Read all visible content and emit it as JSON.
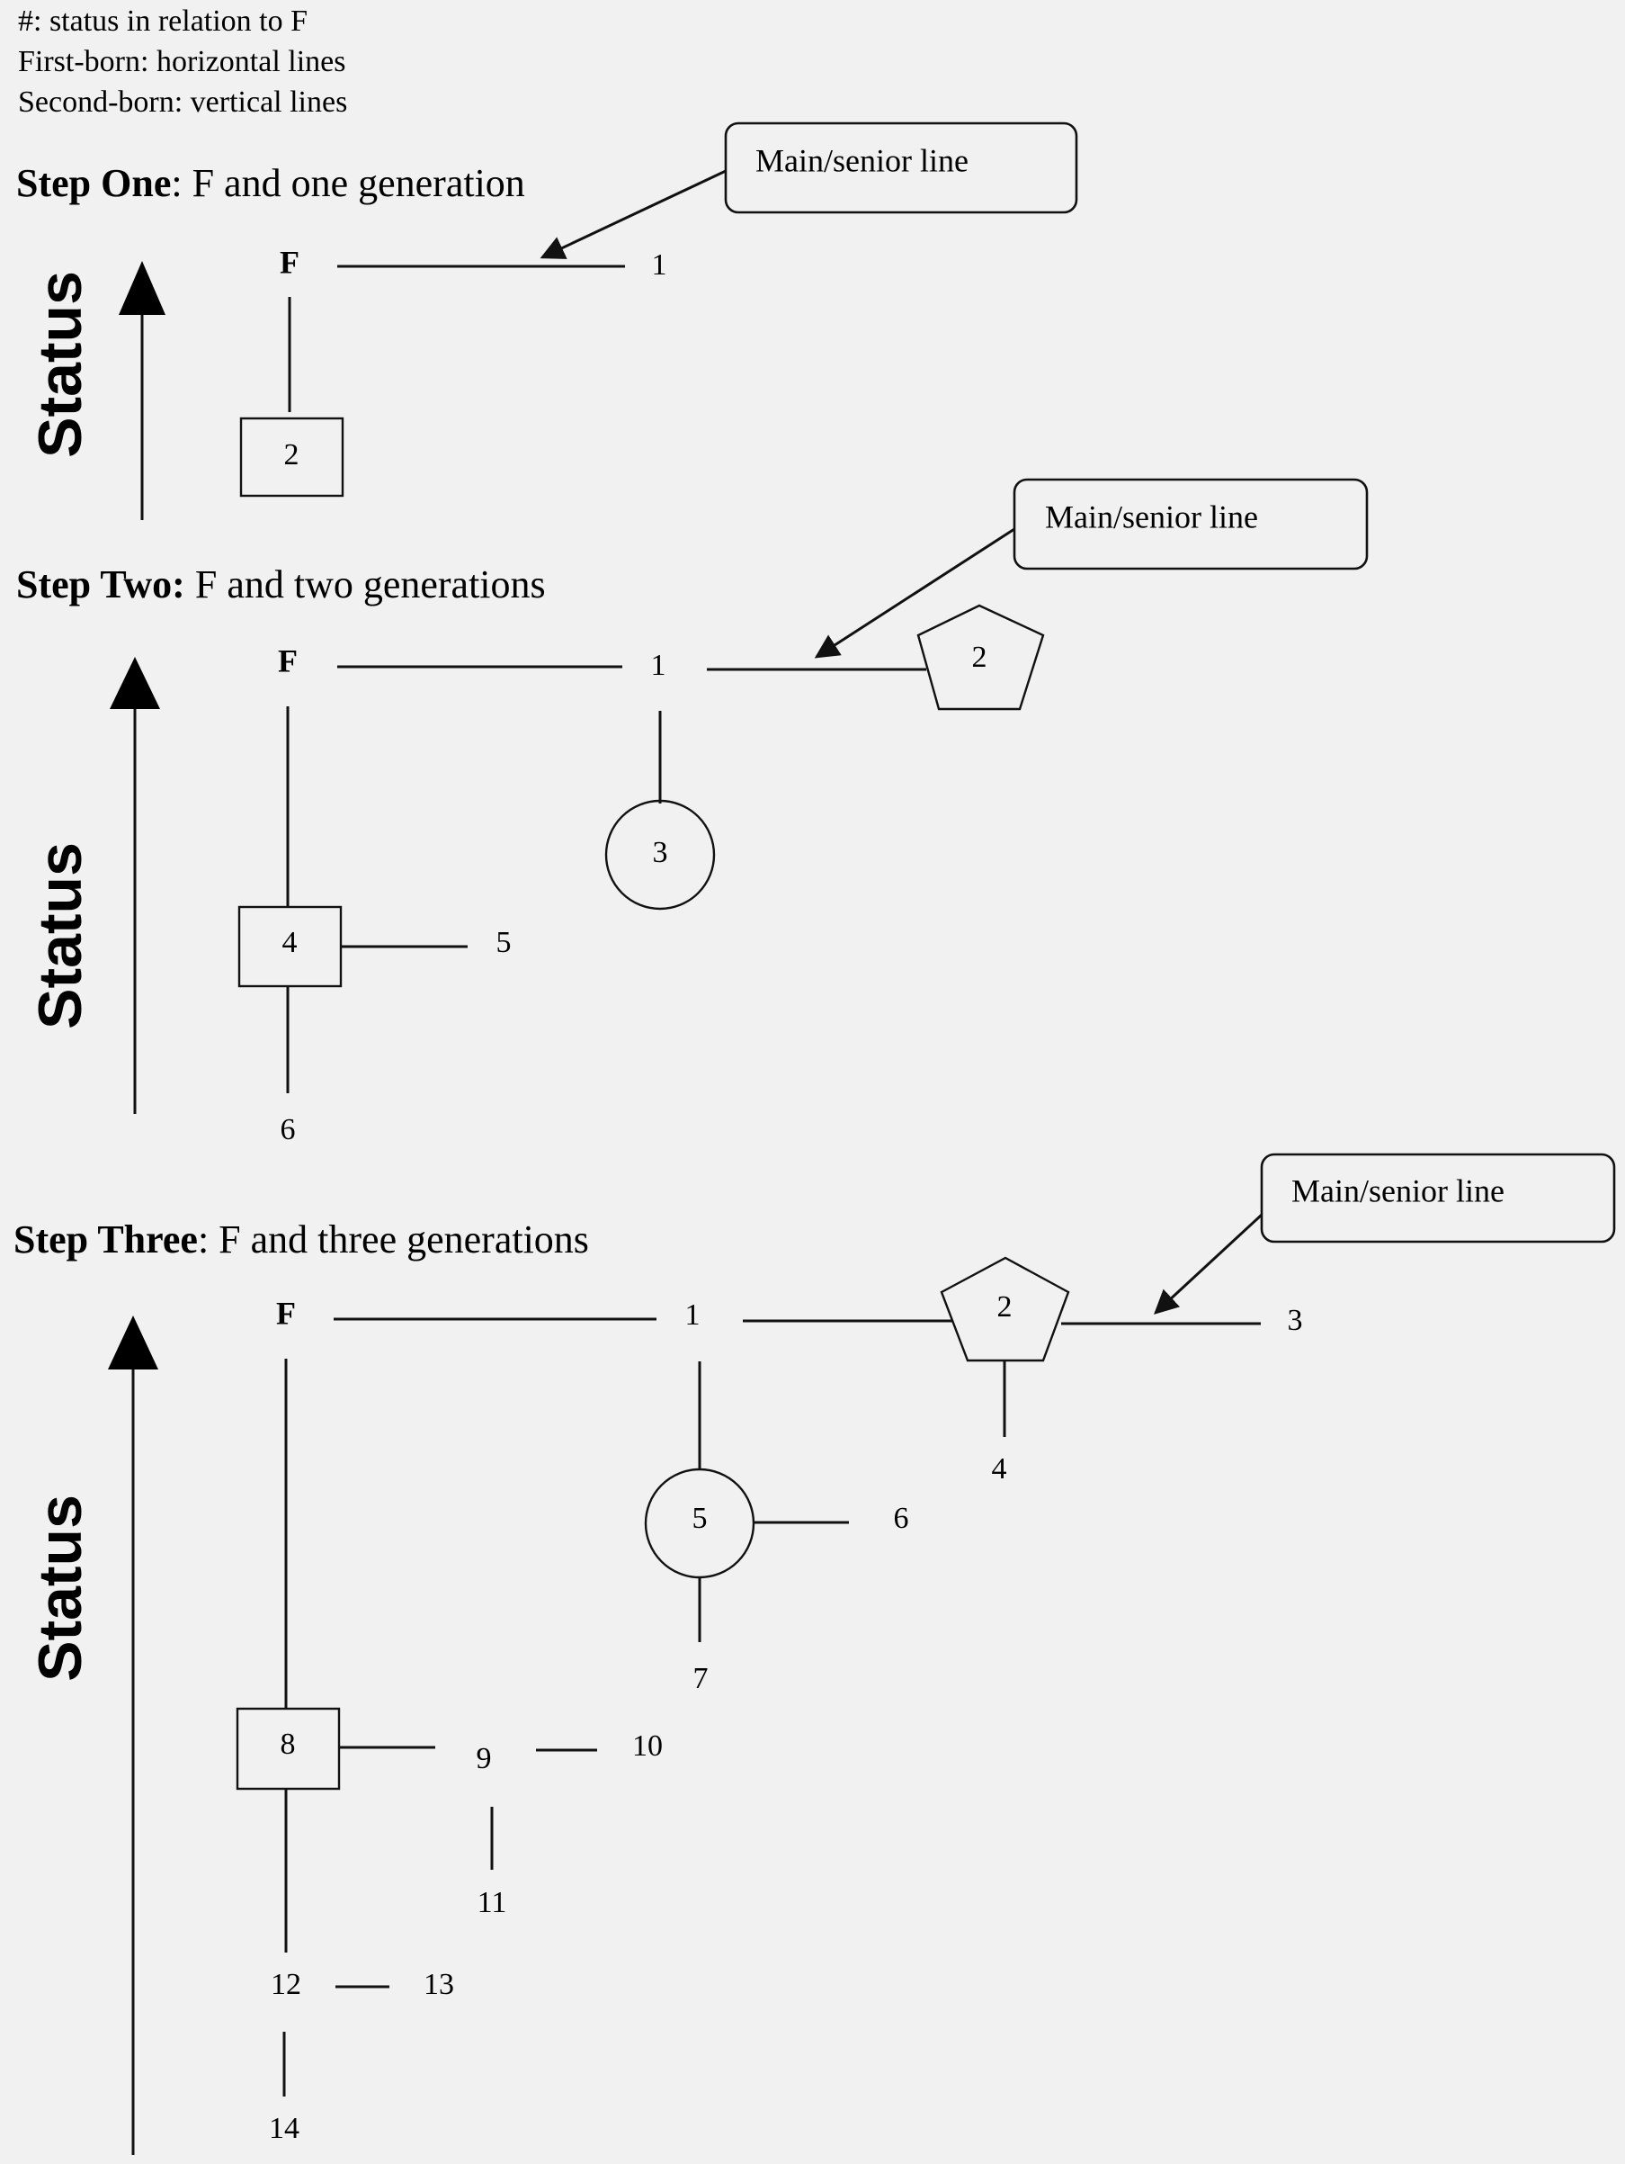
{
  "legend": [
    "#: status in relation to F",
    "First-born: horizontal lines",
    "Second-born: vertical lines"
  ],
  "status_label": "Status",
  "callout_label": "Main/senior line",
  "steps": [
    {
      "heading_bold": "Step One",
      "heading_rest": ": F and one generation",
      "nodes": {
        "F": "F",
        "n1": "1",
        "n2": "2"
      }
    },
    {
      "heading_bold": "Step Two:",
      "heading_rest": " F and two generations",
      "nodes": {
        "F": "F",
        "n1": "1",
        "n2": "2",
        "n3": "3",
        "n4": "4",
        "n5": "5",
        "n6": "6"
      }
    },
    {
      "heading_bold": "Step Three",
      "heading_rest": ": F and three generations",
      "nodes": {
        "F": "F",
        "n1": "1",
        "n2": "2",
        "n3": "3",
        "n4": "4",
        "n5": "5",
        "n6": "6",
        "n7": "7",
        "n8": "8",
        "n9": "9",
        "n10": "10",
        "n11": "11",
        "n12": "12",
        "n13": "13",
        "n14": "14"
      }
    }
  ]
}
